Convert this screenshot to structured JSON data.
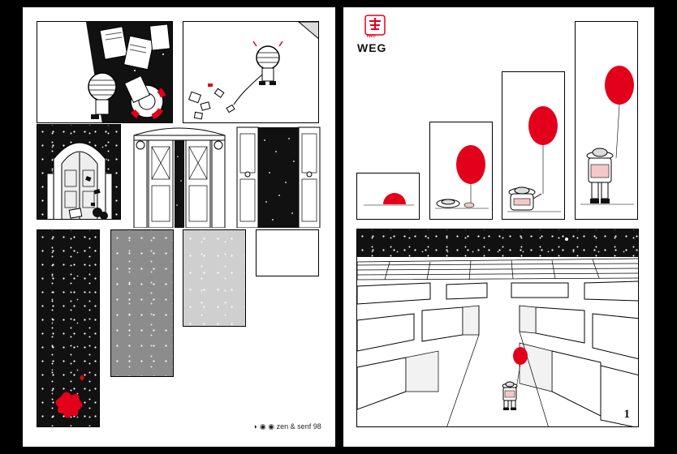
{
  "left_page": {
    "signature": "zen & senf 98"
  },
  "right_page": {
    "logo_text": "TWO",
    "title": "WEG",
    "page_number": "1"
  },
  "colors": {
    "balloon_red": "#e3001b",
    "ink": "#111111",
    "space": "#111111",
    "paper": "#ffffff"
  },
  "icons": [
    "balloon-icon",
    "fish-bowl-head-character-icon",
    "hat-character-icon",
    "logo-seal-icon"
  ]
}
